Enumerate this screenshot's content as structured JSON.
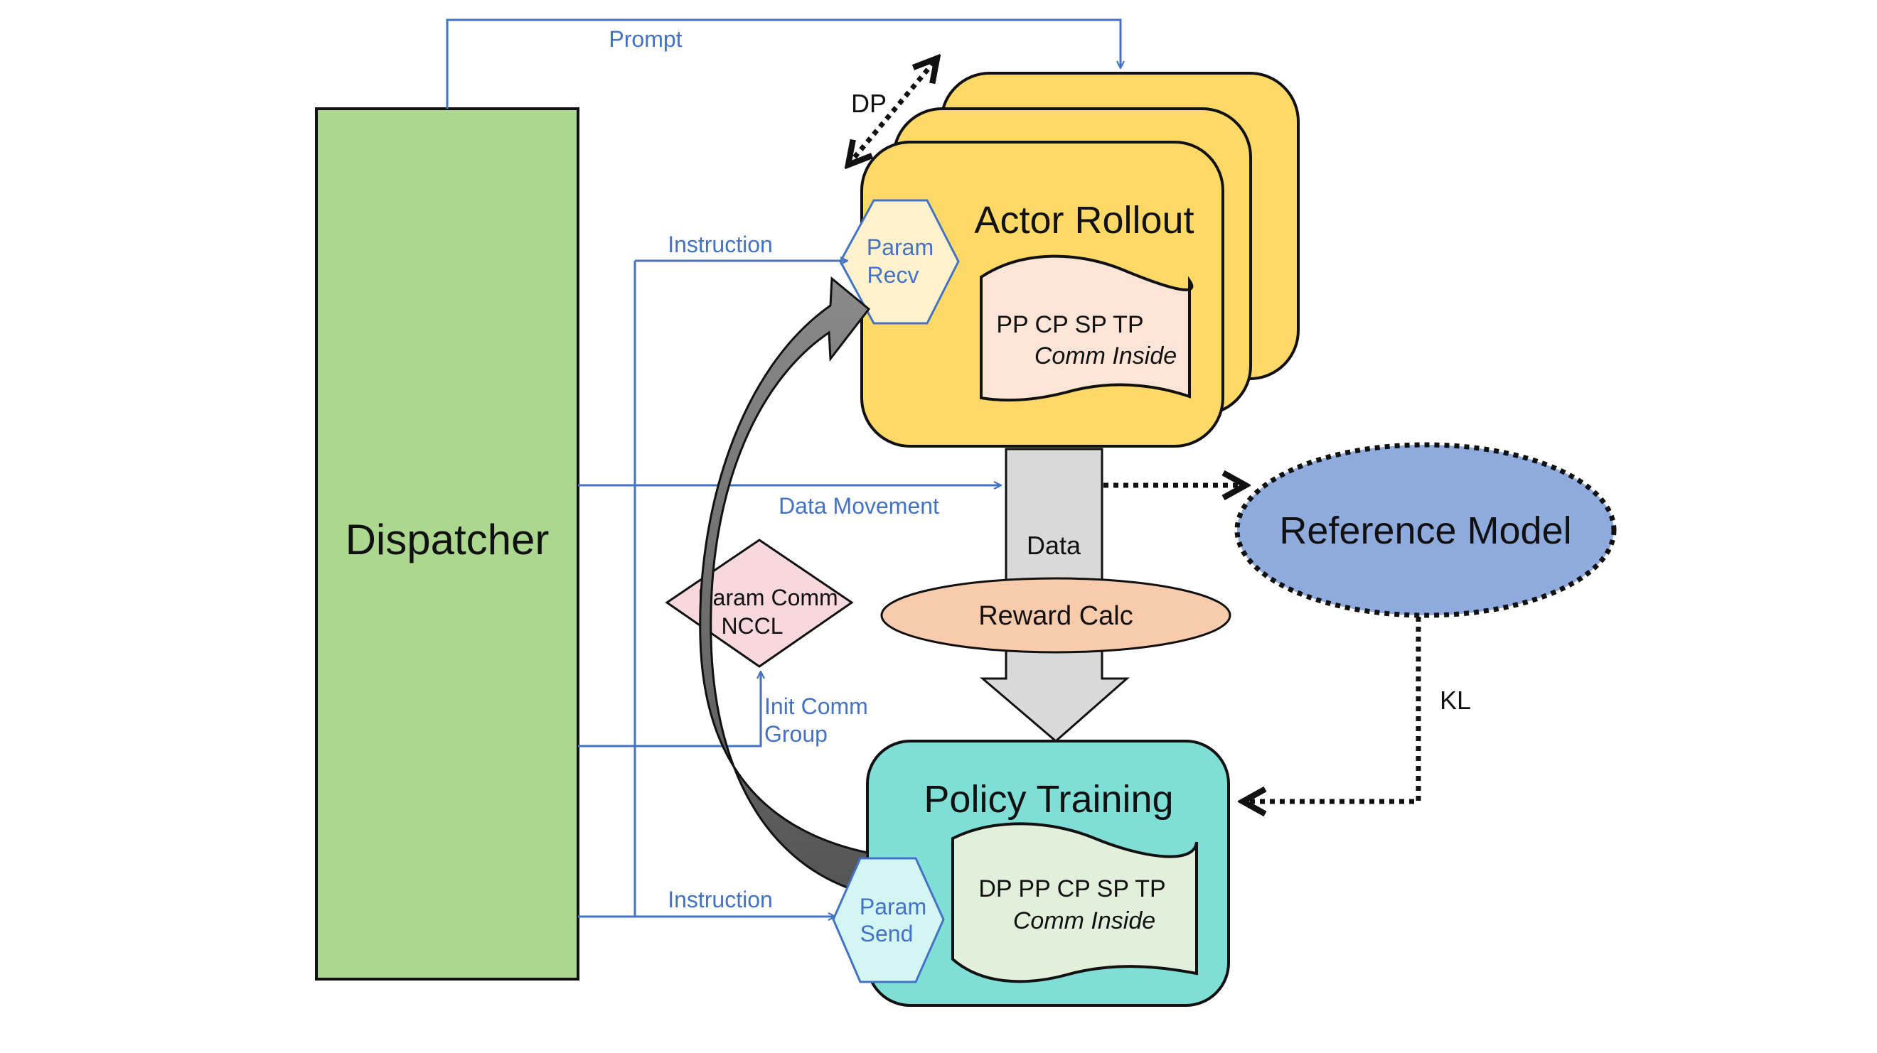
{
  "nodes": {
    "dispatcher": "Dispatcher",
    "actor_rollout": "Actor Rollout",
    "actor_parallel": "PP CP SP TP",
    "actor_comm": "Comm Inside",
    "param_recv_1": "Param",
    "param_recv_2": "Recv",
    "reference_model": "Reference Model",
    "reward_calc": "Reward Calc",
    "param_comm_1": "Param Comm",
    "param_comm_2": "NCCL",
    "policy_training": "Policy Training",
    "policy_parallel": "DP PP CP SP TP",
    "policy_comm": "Comm Inside",
    "param_send_1": "Param",
    "param_send_2": "Send"
  },
  "edges": {
    "prompt": "Prompt",
    "dp": "DP",
    "instruction_top": "Instruction",
    "data_movement": "Data Movement",
    "data": "Data",
    "init_comm_1": "Init Comm",
    "init_comm_2": "Group",
    "kl": "KL",
    "instruction_bottom": "Instruction"
  },
  "colors": {
    "dispatcher": "#acd78e",
    "actor": "#ffd966",
    "actor_doc": "#fce4d6",
    "param_recv": "#fff2cc",
    "reference_model": "#8faadc",
    "reward_calc": "#f8cbad",
    "param_comm": "#f8d7dd",
    "policy": "#7fdfd6",
    "policy_doc": "#e2efda",
    "param_send": "#d3f5f3",
    "flow_arrow": "#d9d9d9",
    "blue_line": "#4472c4"
  }
}
